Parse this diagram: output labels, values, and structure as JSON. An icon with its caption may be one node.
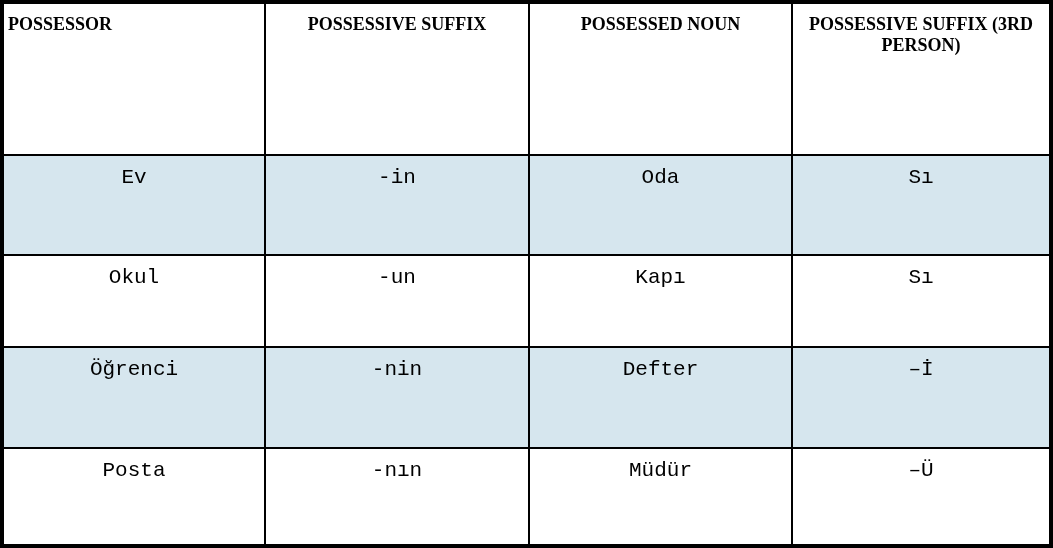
{
  "diagram": {
    "labels": [
      "POSSESSOR",
      "POSSESSIVE SUFFIX",
      "POSSESSED NOUN",
      "POSSESSIVE SUFFIX (3RD PERSON)",
      "Ev",
      "-in",
      "Oda",
      "Sı",
      "Okul",
      "-un",
      "Kapı",
      "Sı",
      "Öğrenci",
      "-nin",
      "Defter",
      "–İ",
      "Posta",
      "-nın",
      "Müdür",
      "–Ü"
    ]
  }
}
